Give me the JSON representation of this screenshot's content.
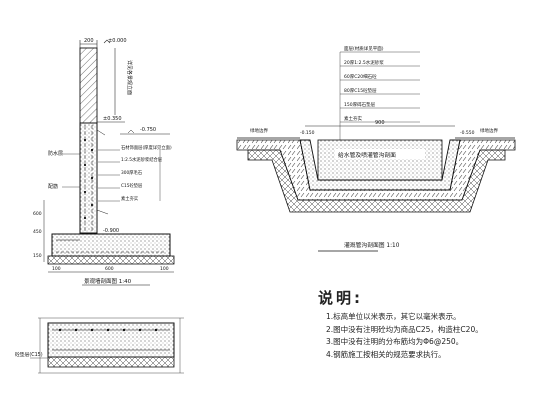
{
  "wall_section": {
    "top_dims": [
      "200",
      "±0.000"
    ],
    "upper_side_text": "详见各景观立面",
    "level_1": "±0.350",
    "level_2": "-0.750",
    "level_3": "-0.900",
    "left_labels": [
      "防水层",
      "配筋"
    ],
    "layer_callouts": [
      "石材饰面层(厚度详见立面)",
      "1:2.5水泥砂浆结合层",
      "300厚毛石",
      "C15砼垫层",
      "素土夯实"
    ],
    "side_dims": [
      "600",
      "450",
      "150"
    ],
    "bottom_dims": [
      "100",
      "600",
      "100"
    ],
    "title": "景观墙剖面图  1:40"
  },
  "trench_section": {
    "layer_labels": [
      "面层(材质详见平面)",
      "20厚1:2.5水泥砂浆",
      "60厚C20细石砼",
      "80厚C15砼垫层",
      "150厚碎石垫层",
      "素土夯实"
    ],
    "center_label": "给水管及喷灌管沟剖面",
    "top_dim": "900",
    "level_left": "-0.150",
    "level_right": "-0.550",
    "left_tag": "绿地边界",
    "right_tag": "绿地边界",
    "title": "灌溉管沟剖面图  1:10"
  },
  "strip_section": {
    "tag": "砼垫层(C15)"
  },
  "notes": {
    "title": "说明:",
    "items": [
      "1.标高单位以米表示，其它以毫米表示。",
      "2.图中没有注明砼均为商品C25，构造柱C20。",
      "3.图中没有注明的分布筋均为Φ6@250。",
      "4.钢筋施工按相关的规范要求执行。"
    ]
  }
}
